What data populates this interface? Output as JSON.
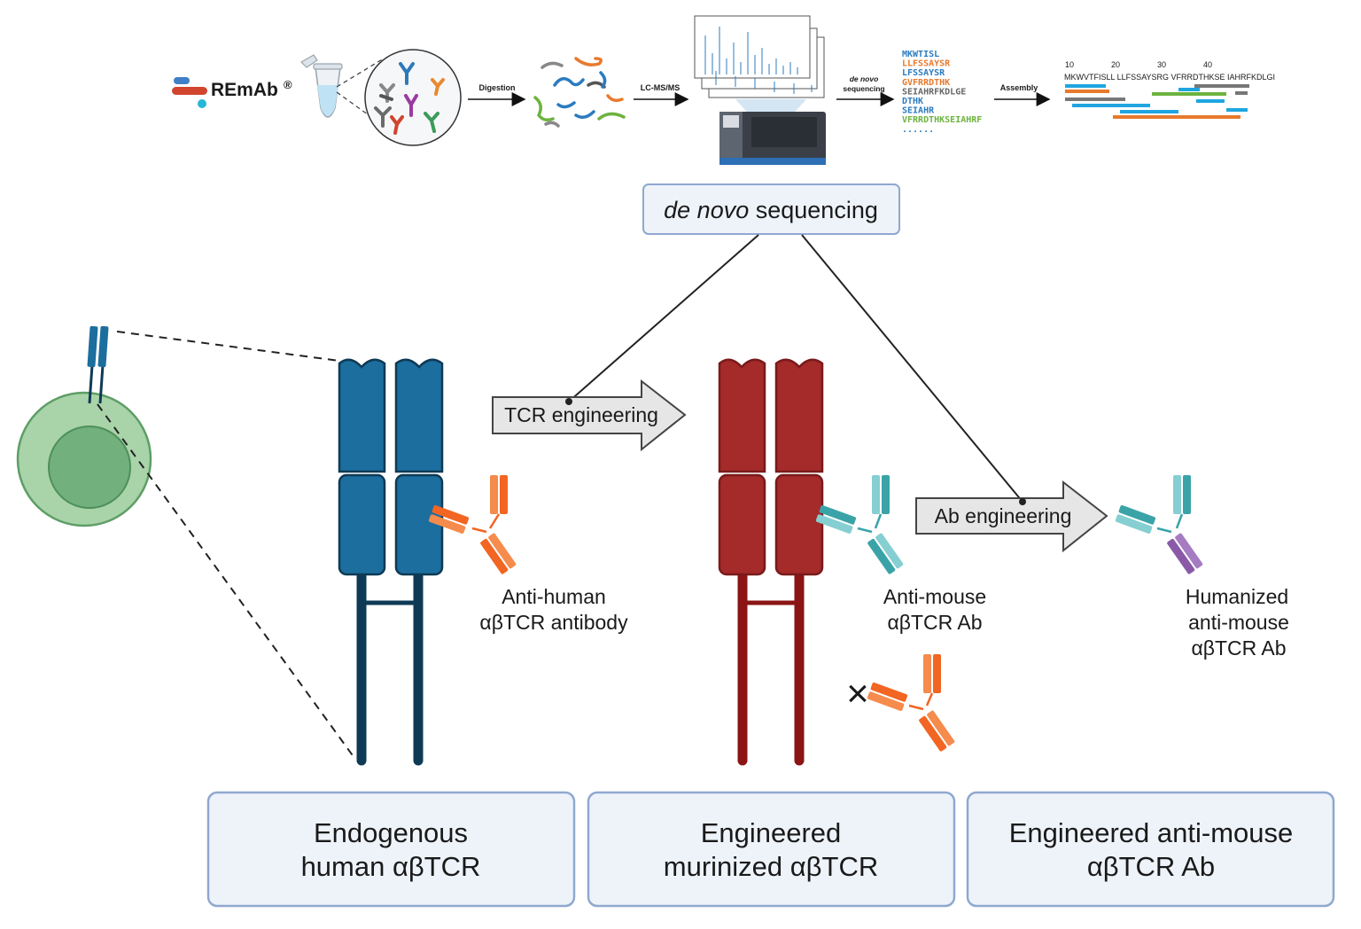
{
  "logo": {
    "text": "REmAb",
    "mark": "®"
  },
  "pipeline": {
    "digestion": "Digestion",
    "lcms": "LC-MS/MS",
    "denovo_line1": "de novo",
    "denovo_line2": "sequencing",
    "assembly": "Assembly"
  },
  "peptides": [
    {
      "seq": "MKWTISL",
      "color": "#2b7bc0"
    },
    {
      "seq": "LLFSSAYSR",
      "color": "#e87a2c"
    },
    {
      "seq": "LFSSAYSR",
      "color": "#2b7bc0"
    },
    {
      "seq": "GVFRRDTHK",
      "color": "#e87a2c"
    },
    {
      "seq": "SEIAHRFKDLGE",
      "color": "#666666"
    },
    {
      "seq": "DTHK",
      "color": "#2b7bc0"
    },
    {
      "seq": "SEIAHR",
      "color": "#2b7bc0"
    },
    {
      "seq": "VFRRDTHKSEIAHRF",
      "color": "#6db33f"
    },
    {
      "seq": "......",
      "color": "#2b7bc0"
    }
  ],
  "assembly_ticks": [
    "10",
    "20",
    "30",
    "40"
  ],
  "assembly_sequence": "MKWVTFISLL LLFSSAYSRG VFRRDTHKSE IAHRFKDLGI",
  "denovo_box": {
    "italic": "de novo",
    "rest": " sequencing"
  },
  "arrows": {
    "tcr": "TCR engineering",
    "ab": "Ab engineering"
  },
  "antibody_labels": {
    "anti_human": [
      "Anti-human",
      "αβTCR antibody"
    ],
    "anti_mouse": [
      "Anti-mouse",
      "αβTCR Ab"
    ],
    "humanized": [
      "Humanized",
      "anti-mouse",
      "αβTCR Ab"
    ]
  },
  "no_binding_mark": "×",
  "bottom_boxes": [
    [
      "Endogenous",
      "human αβTCR"
    ],
    [
      "Engineered",
      "murinized αβTCR"
    ],
    [
      "Engineered anti-mouse",
      "αβTCR Ab"
    ]
  ],
  "colors": {
    "human_tcr": "#1c6e9e",
    "human_tcr_dark": "#0e3a55",
    "mouse_tcr": "#a52a2a",
    "mouse_tcr_dark": "#8b1414",
    "orange_ab": "#f26522",
    "teal_ab": "#3aa3a8",
    "purple_ab": "#8a5aa8",
    "box_fill": "#eef3fa",
    "box_stroke": "#8fa8cf",
    "cell_outer": "#a9d3a9",
    "cell_inner": "#72b07e"
  },
  "icons": [
    "tube-icon",
    "antibody-mixture-icon",
    "peptide-fragments-icon",
    "mass-spectrometer-icon",
    "t-cell-icon",
    "tcr-receptor-icon",
    "antibody-icon"
  ]
}
